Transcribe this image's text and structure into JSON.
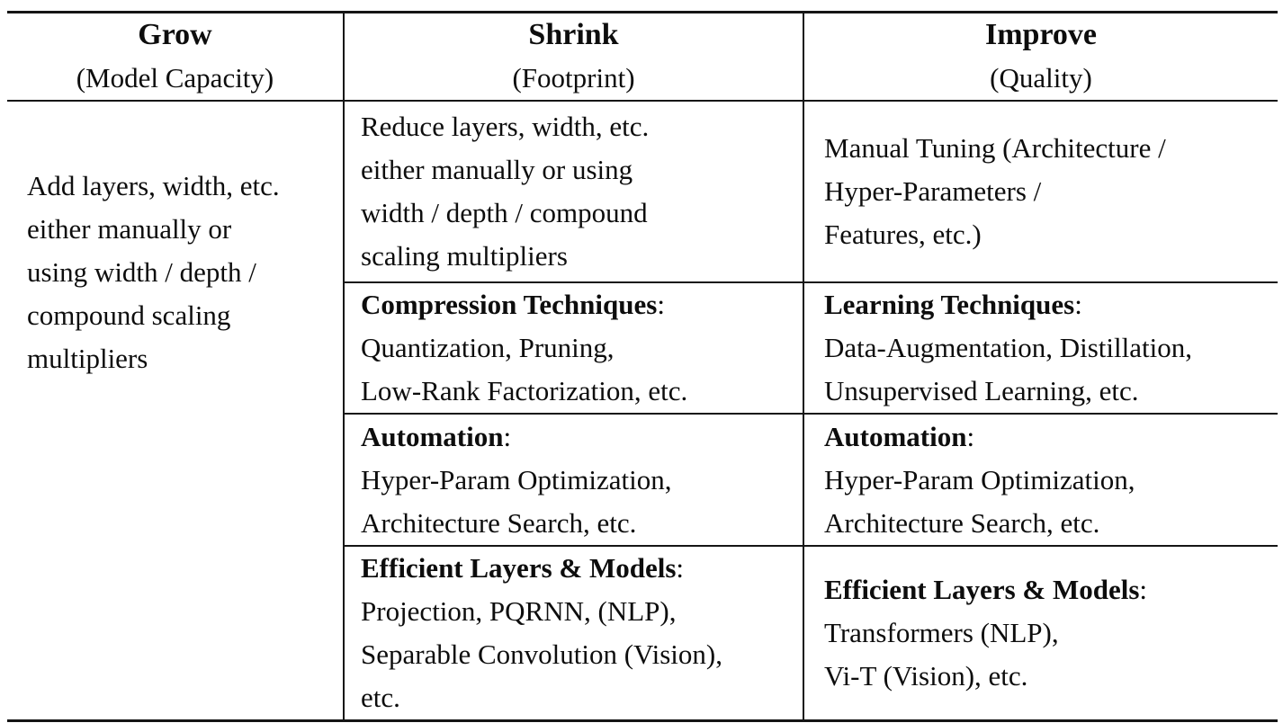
{
  "columns": [
    {
      "title": "Grow",
      "subtitle": "(Model Capacity)"
    },
    {
      "title": "Shrink",
      "subtitle": "(Footprint)"
    },
    {
      "title": "Improve",
      "subtitle": "(Quality)"
    }
  ],
  "body": {
    "grow": {
      "lines": [
        "Add layers, width, etc.",
        "either manually or",
        "using width / depth /",
        "compound scaling",
        "multipliers"
      ]
    },
    "rows": [
      {
        "shrink": {
          "lines": [
            "Reduce layers, width, etc.",
            "either manually or using",
            "width / depth / compound",
            "scaling multipliers"
          ]
        },
        "improve": {
          "lines": [
            "Manual Tuning (Architecture /",
            "Hyper-Parameters /",
            "Features, etc.)"
          ]
        }
      },
      {
        "shrink": {
          "lead": "Compression Techniques",
          "colon": ":",
          "lines": [
            "Quantization, Pruning,",
            "Low-Rank Factorization, etc."
          ]
        },
        "improve": {
          "lead": "Learning Techniques",
          "colon": ":",
          "lines": [
            "Data-Augmentation, Distillation,",
            "Unsupervised Learning, etc."
          ]
        }
      },
      {
        "shrink": {
          "lead": "Automation",
          "colon": ":",
          "lines": [
            "Hyper-Param Optimization,",
            "Architecture Search, etc."
          ]
        },
        "improve": {
          "lead": "Automation",
          "colon": ":",
          "lines": [
            "Hyper-Param Optimization,",
            "Architecture Search, etc."
          ]
        }
      },
      {
        "shrink": {
          "lead": "Efficient Layers & Models",
          "colon": ":",
          "lines": [
            "Projection, PQRNN, (NLP),",
            "Separable Convolution (Vision),",
            "etc."
          ]
        },
        "improve": {
          "lead": "Efficient Layers & Models",
          "colon": ":",
          "lines": [
            "Transformers (NLP),",
            "Vi-T (Vision), etc."
          ]
        }
      }
    ]
  },
  "colors": {
    "text": "#0d0d0d",
    "border": "#151515",
    "background": "#ffffff"
  }
}
